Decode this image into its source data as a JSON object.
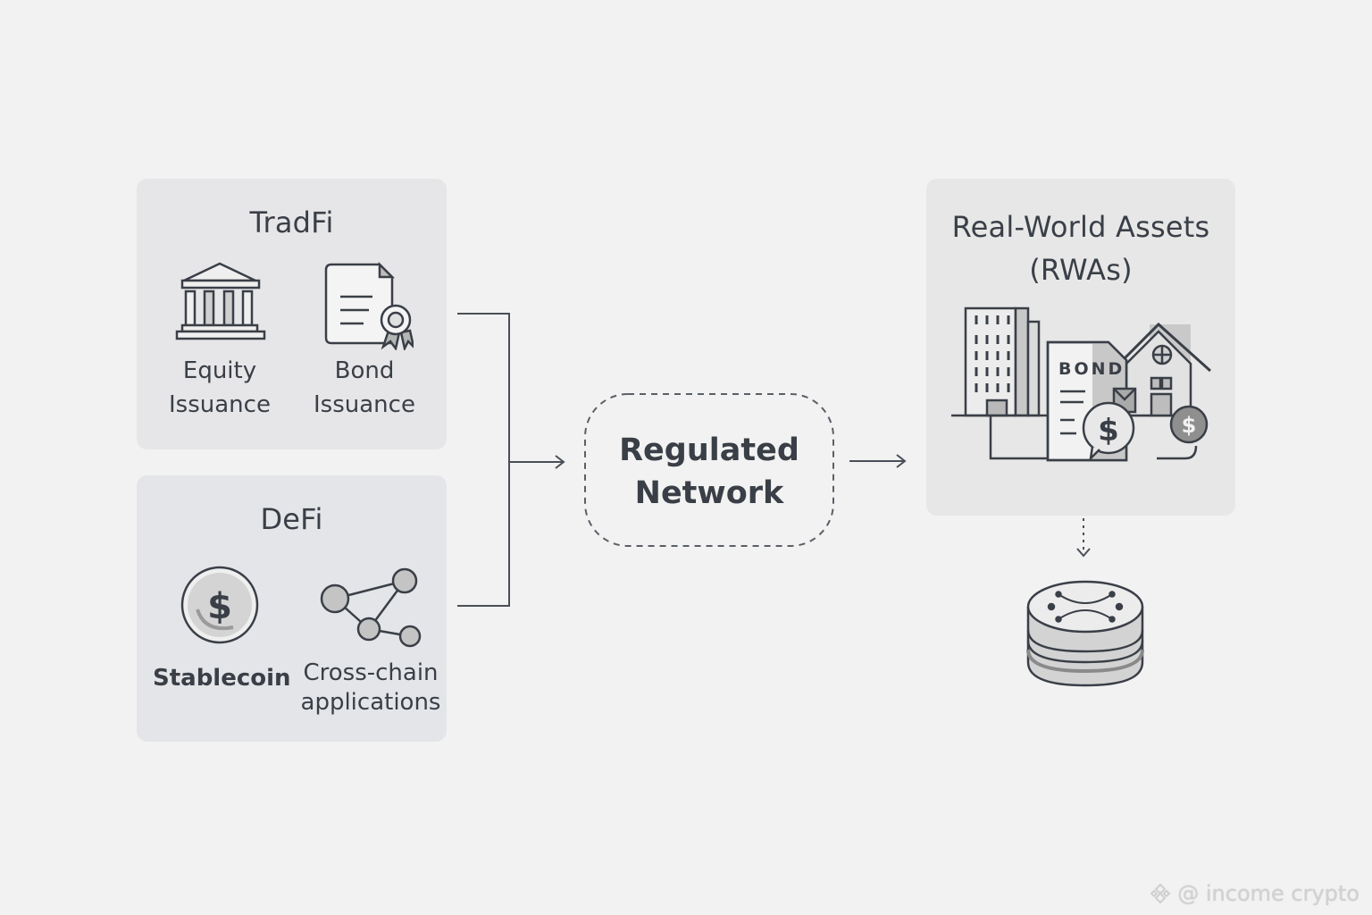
{
  "diagram": {
    "tradfi": {
      "title": "TradFi",
      "items": [
        {
          "label": "Equity\nIssuance",
          "icon": "bank-building-icon"
        },
        {
          "label": "Bond\nIssuance",
          "icon": "certificate-document-icon"
        }
      ]
    },
    "defi": {
      "title": "DeFi",
      "items": [
        {
          "label": "Stablecoin",
          "icon": "dollar-coin-icon"
        },
        {
          "label": "Cross-chain\napplications",
          "icon": "network-nodes-icon"
        }
      ]
    },
    "center": {
      "label": "Regulated\nNetwork"
    },
    "rwa": {
      "title_line1": "Real-World Assets",
      "title_line2": "(RWAs)",
      "illustration": {
        "bond_text": "BOND",
        "currency_symbol": "$"
      }
    },
    "token": {
      "icon": "token-stack-icon"
    },
    "colors": {
      "background": "#f2f2f2",
      "panel": "#e6e6e8",
      "stroke": "#3a3f47",
      "text": "#3a3f47"
    }
  },
  "watermark": {
    "text": "@ income crypto",
    "icon": "binance-logo-icon"
  }
}
